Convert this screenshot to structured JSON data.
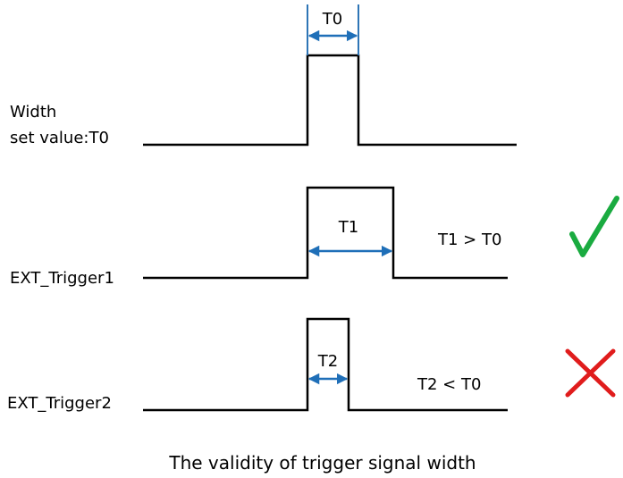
{
  "signals": [
    {
      "label_lines": [
        "Width",
        "set value:T0"
      ],
      "pulse_label": "T0"
    },
    {
      "label_lines": [
        "EXT_Trigger1"
      ],
      "pulse_label": "T1",
      "comparison": "T1 > T0",
      "verdict": "valid",
      "verdict_icon": "check-mark-icon",
      "verdict_color": "#1aab40"
    },
    {
      "label_lines": [
        "EXT_Trigger2"
      ],
      "pulse_label": "T2",
      "comparison": "T2 < T0",
      "verdict": "invalid",
      "verdict_icon": "cross-mark-icon",
      "verdict_color": "#e01c1c"
    }
  ],
  "arrow_color": "#1f6fb8",
  "caption": "The validity of trigger signal width"
}
